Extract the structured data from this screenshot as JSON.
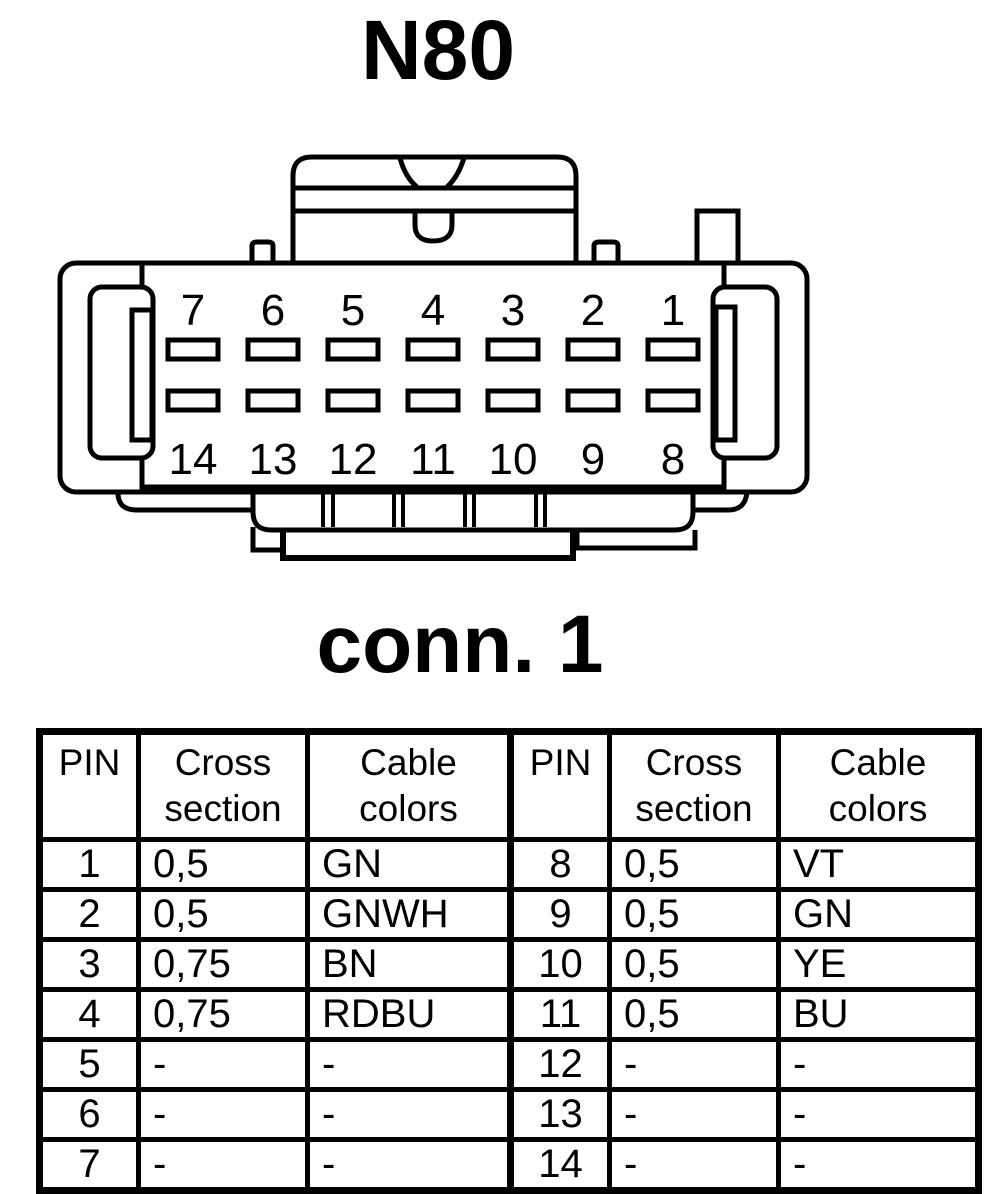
{
  "title": "N80",
  "caption": "conn. 1",
  "colors": {
    "ink": "#000000",
    "paper": "#ffffff"
  },
  "connector": {
    "top_row_pins": [
      "7",
      "6",
      "5",
      "4",
      "3",
      "2",
      "1"
    ],
    "bottom_row_pins": [
      "14",
      "13",
      "12",
      "11",
      "10",
      "9",
      "8"
    ]
  },
  "table": {
    "headers": [
      {
        "name": "header-pin-left",
        "lines": [
          "PIN"
        ]
      },
      {
        "name": "header-cross-section-left",
        "lines": [
          "Cross",
          "section"
        ]
      },
      {
        "name": "header-cable-colors-left",
        "lines": [
          "Cable",
          "colors"
        ]
      },
      {
        "name": "header-pin-right",
        "lines": [
          "PIN"
        ]
      },
      {
        "name": "header-cross-section-right",
        "lines": [
          "Cross",
          "section"
        ]
      },
      {
        "name": "header-cable-colors-right",
        "lines": [
          "Cable",
          "colors"
        ]
      }
    ],
    "rows": [
      [
        "1",
        "0,5",
        "GN",
        "8",
        "0,5",
        "VT"
      ],
      [
        "2",
        "0,5",
        "GNWH",
        "9",
        "0,5",
        "GN"
      ],
      [
        "3",
        "0,75",
        "BN",
        "10",
        "0,5",
        "YE"
      ],
      [
        "4",
        "0,75",
        "RDBU",
        "11",
        "0,5",
        "BU"
      ],
      [
        "5",
        "-",
        "-",
        "12",
        "-",
        "-"
      ],
      [
        "6",
        "-",
        "-",
        "13",
        "-",
        "-"
      ],
      [
        "7",
        "-",
        "-",
        "14",
        "-",
        "-"
      ]
    ]
  }
}
